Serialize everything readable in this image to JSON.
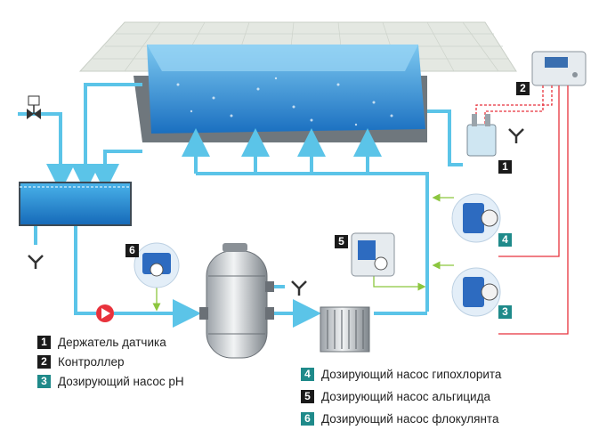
{
  "legend": [
    {
      "num": "1",
      "text": "Держатель датчика",
      "color": "#1a1a1a"
    },
    {
      "num": "2",
      "text": "Контроллер",
      "color": "#1a1a1a"
    },
    {
      "num": "3",
      "text": "Дозирующий насос pH",
      "color": "#1f8a8a"
    },
    {
      "num": "4",
      "text": "Дозирующий насос гипохлорита",
      "color": "#1f8a8a"
    },
    {
      "num": "5",
      "text": "Дозирующий насос альгицида",
      "color": "#1a1a1a"
    },
    {
      "num": "6",
      "text": "Дозирующий насос флокулянта",
      "color": "#1f8a8a"
    }
  ],
  "tags": {
    "sensor": "1",
    "controller": "2",
    "ph_pump": "3",
    "hypo_pump": "4",
    "algicide_pump": "5",
    "flocculant_pump": "6"
  },
  "colors": {
    "water_pipe": "#5bc4e8",
    "signal_line": "#e8323c",
    "dosing_line": "#8cc63f",
    "pool_water": "#2a8fd8"
  }
}
